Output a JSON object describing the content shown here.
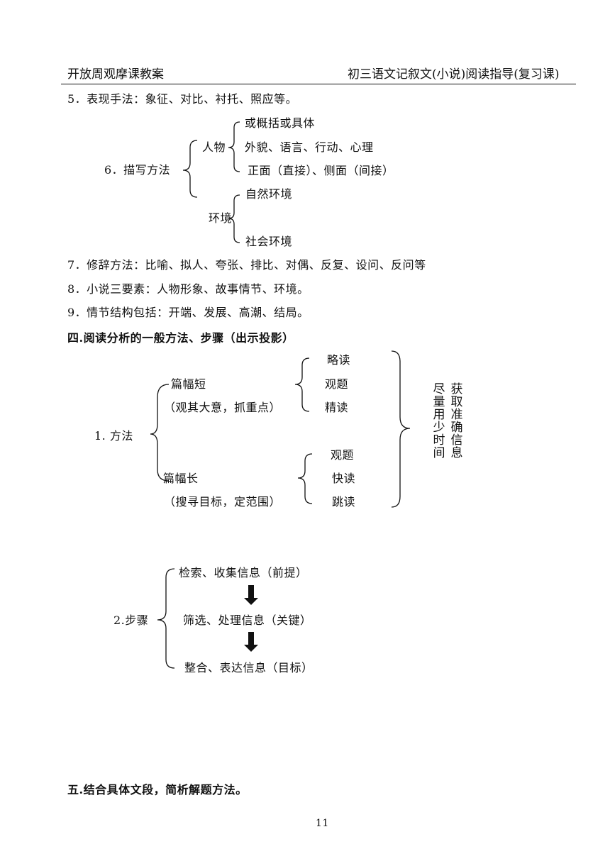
{
  "header": {
    "left": "开放周观摩课教案",
    "right": "初三语文记叙文(小说)阅读指导(复习课)"
  },
  "items": {
    "item5": "5．表现手法：象征、对比、衬托、照应等。",
    "item6_label": "6．描写方法",
    "character_label": "人物",
    "character_points": [
      "或概括或具体",
      "外貌、语言、行动、心理",
      "正面（直接）、侧面（间接）"
    ],
    "environment_label": "环境",
    "environment_points": [
      "自然环境",
      "社会环境"
    ],
    "item7": "7．修辞方法：比喻、拟人、夸张、排比、对偶、反复、设问、反问等",
    "item8": "8．小说三要素：人物形象、故事情节、环境。",
    "item9": "9．情节结构包括：开端、发展、高潮、结局。"
  },
  "section4": {
    "heading": "四.阅读分析的一般方法、步骤（出示投影）",
    "method_label": "1. 方法",
    "short": {
      "title": "篇幅短",
      "note": "（观其大意，抓重点）",
      "ways": [
        "略读",
        "观题",
        "精读"
      ]
    },
    "long": {
      "title": "篇幅长",
      "note": "（搜寻目标，定范围）",
      "ways": [
        "观题",
        "快读",
        "跳读"
      ]
    },
    "goal_col1": [
      "尽",
      "量",
      "用",
      "少",
      "时",
      "间"
    ],
    "goal_col2": [
      "获",
      "取",
      "准",
      "确",
      "信",
      "息"
    ],
    "steps_label": "2.步骤",
    "steps": [
      "检索、收集信息（前提）",
      "筛选、处理信息（关键）",
      "整合、表达信息（目标）"
    ]
  },
  "section5": {
    "heading": "五.结合具体文段，简析解题方法。"
  },
  "page_number": "11"
}
